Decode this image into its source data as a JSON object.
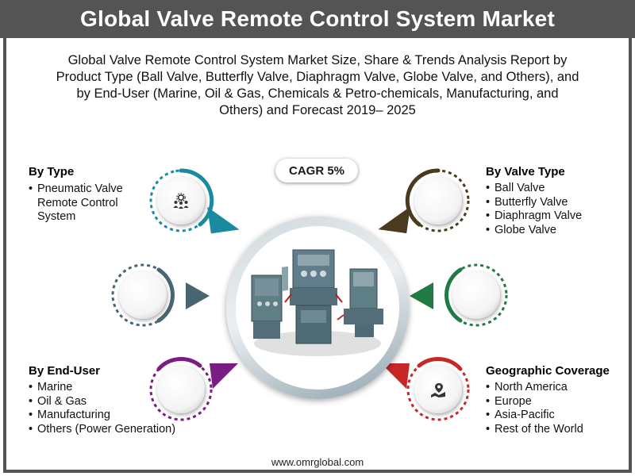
{
  "title": "Global Valve Remote Control System Market",
  "subtitle": "Global Valve Remote Control System Market Size, Share & Trends Analysis Report by Product Type (Ball Valve, Butterfly Valve, Diaphragm Valve, Globe Valve, and Others), and by End-User (Marine, Oil & Gas, Chemicals & Petro-chemicals, Manufacturing, and Others) and Forecast 2019– 2025",
  "cagr": "CAGR 5%",
  "by_type": {
    "heading": "By Type",
    "items": [
      "Pneumatic Valve Remote Control System"
    ]
  },
  "by_valve_type": {
    "heading": "By Valve Type",
    "items": [
      "Ball Valve",
      "Butterfly Valve",
      "Diaphragm Valve",
      "Globe Valve"
    ]
  },
  "by_end_user": {
    "heading": "By End-User",
    "items": [
      "Marine",
      "Oil & Gas",
      "Manufacturing",
      "Others (Power Generation)"
    ]
  },
  "geographic": {
    "heading": "Geographic Coverage",
    "items": [
      "North America",
      "Europe",
      "Asia-Pacific",
      "Rest of the World"
    ]
  },
  "icons": {
    "by_type": "people-gear-icon",
    "geographic": "map-pin-icon",
    "center": "valve-control-panels-image"
  },
  "colors": {
    "title_bar": "#545454",
    "teal": "#1a8aa0",
    "brown": "#4a3a1e",
    "slate": "#4a6572",
    "green": "#1f7a43",
    "purple": "#7b1c82",
    "red": "#c62828"
  },
  "footer": "www.omrglobal.com"
}
